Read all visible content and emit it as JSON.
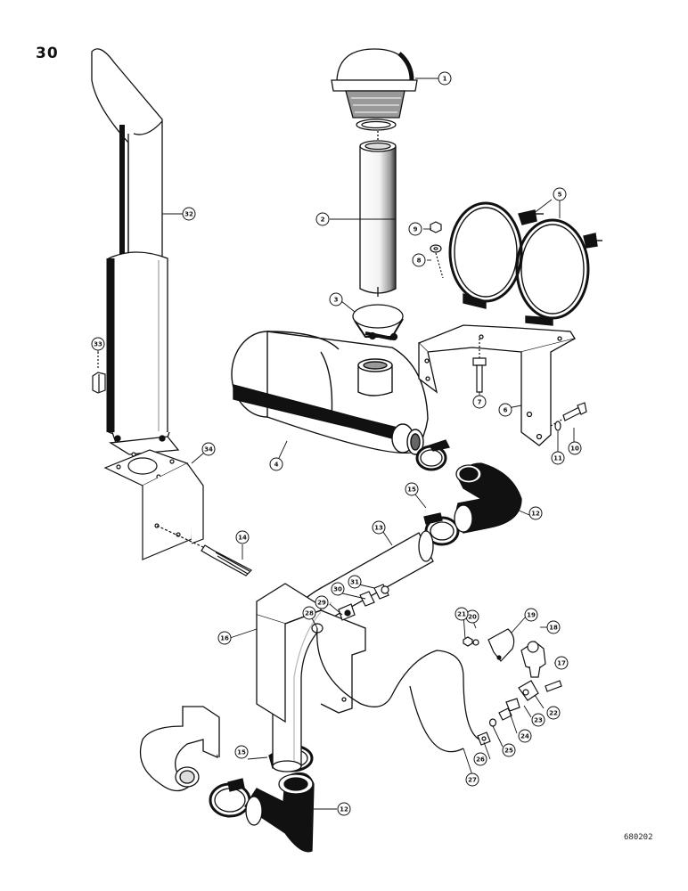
{
  "page_number": "30",
  "reference_code": "680202",
  "callouts": [
    "1",
    "2",
    "3",
    "4",
    "5",
    "6",
    "7",
    "8",
    "9",
    "10",
    "11",
    "12",
    "12",
    "13",
    "14",
    "15",
    "15",
    "16",
    "17",
    "18",
    "19",
    "20",
    "21",
    "22",
    "23",
    "24",
    "25",
    "26",
    "27",
    "28",
    "29",
    "30",
    "31",
    "32",
    "33",
    "34"
  ]
}
